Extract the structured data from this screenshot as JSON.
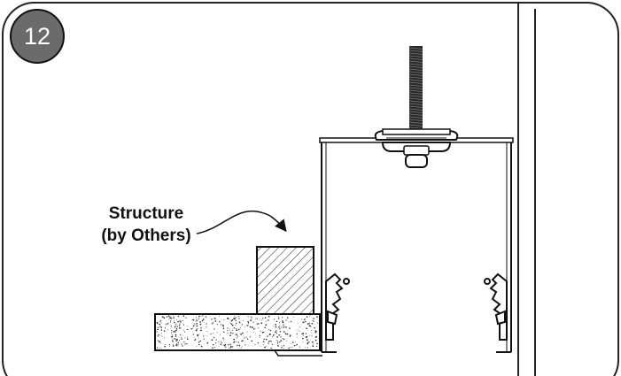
{
  "step": {
    "number": "12"
  },
  "callout": {
    "line1": "Structure",
    "line2": "(by Others)"
  },
  "colors": {
    "badge_fill": "#6b6b6b",
    "line": "#111111",
    "panel_border": "#222222",
    "background": "#ffffff"
  }
}
